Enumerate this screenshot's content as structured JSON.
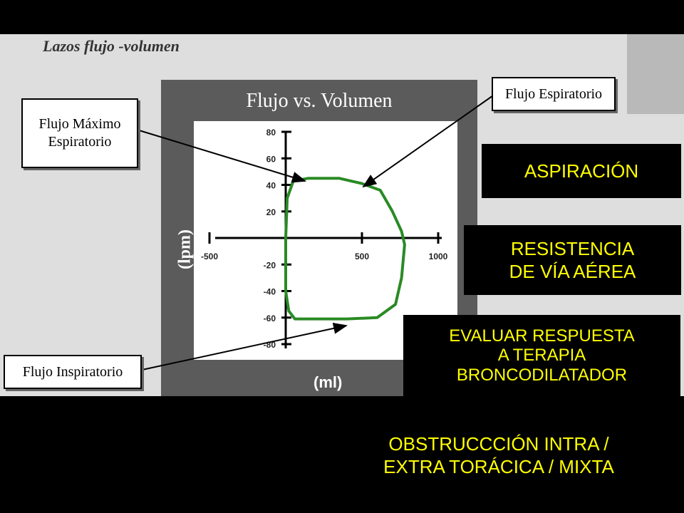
{
  "slide": {
    "caption": "Lazos flujo -volumen",
    "chart_title": "Flujo vs. Volumen",
    "xlabel": "(ml)",
    "ylabel": "(lpm)"
  },
  "callouts": {
    "flujo_maximo_espiratorio": [
      "Flujo Máximo",
      "Espiratorio"
    ],
    "flujo_espiratorio": "Flujo Espiratorio",
    "flujo_inspiratorio": "Flujo Inspiratorio"
  },
  "topics": {
    "aspiracion": "ASPIRACIÓN",
    "resistencia": [
      "RESISTENCIA",
      "DE VÍA AÉREA"
    ],
    "evaluar": [
      "EVALUAR RESPUESTA",
      "A TERAPIA",
      "BRONCODILATADOR"
    ],
    "obstruccion": [
      "OBSTRUCCCIÓN INTRA /",
      "EXTRA TORÁCICA / MIXTA"
    ]
  },
  "colors": {
    "loop": "#2a8a24",
    "topic_text": "#ffff00",
    "frame": "#5b5b5b"
  },
  "chart_data": {
    "type": "line",
    "title": "Flujo vs. Volumen",
    "xlabel": "(ml)",
    "ylabel": "(lpm)",
    "xlim": [
      -500,
      1000
    ],
    "ylim": [
      -80,
      80
    ],
    "x_ticks": [
      -500,
      500,
      1000
    ],
    "y_ticks": [
      80,
      60,
      40,
      20,
      -20,
      -40,
      -60,
      -80
    ],
    "series": [
      {
        "points": [
          [
            0,
            -40
          ],
          [
            0,
            0
          ],
          [
            10,
            30
          ],
          [
            50,
            43
          ],
          [
            150,
            45
          ],
          [
            350,
            45
          ],
          [
            500,
            41
          ],
          [
            620,
            36
          ],
          [
            700,
            20
          ],
          [
            760,
            5
          ],
          [
            780,
            -5
          ],
          [
            760,
            -30
          ],
          [
            720,
            -50
          ],
          [
            600,
            -60
          ],
          [
            400,
            -61
          ],
          [
            200,
            -61
          ],
          [
            60,
            -61
          ],
          [
            20,
            -55
          ],
          [
            0,
            -40
          ]
        ]
      }
    ],
    "grid": false,
    "legend": "none"
  }
}
